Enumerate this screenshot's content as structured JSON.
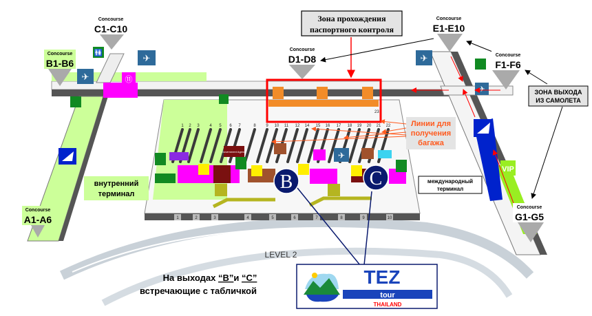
{
  "map": {
    "level": "LEVEL 2",
    "concourses": [
      {
        "caption": "Concourse",
        "gates": "A1-A6"
      },
      {
        "caption": "Concourse",
        "gates": "B1-B6"
      },
      {
        "caption": "Concourse",
        "gates": "C1-C10"
      },
      {
        "caption": "Concourse",
        "gates": "D1-D8"
      },
      {
        "caption": "Concourse",
        "gates": "E1-E10"
      },
      {
        "caption": "Concourse",
        "gates": "F1-F6"
      },
      {
        "caption": "Concourse",
        "gates": "G1-G5"
      }
    ],
    "passport_zone": {
      "line1": "Зона прохождения",
      "line2": "паспортного контроля"
    },
    "exit_zone": {
      "line1": "ЗОНА ВЫХОДА",
      "line2": "ИЗ САМОЛЕТА"
    },
    "baggage": {
      "line1": "Линии для",
      "line2": "получения",
      "line3": "багажа"
    },
    "domestic": {
      "line1": "внутренний",
      "line2": "терминал"
    },
    "international": {
      "line1": "международный",
      "line2": "терминал"
    },
    "belts": [
      "1",
      "2",
      "3",
      "4",
      "5",
      "6",
      "7",
      "8",
      "9",
      "10",
      "11",
      "12",
      "14",
      "15",
      "16",
      "17",
      "18",
      "19",
      "20",
      "21",
      "22",
      "23"
    ],
    "doors": [
      "1",
      "2",
      "3",
      "4",
      "5",
      "6",
      "7",
      "8",
      "9",
      "10"
    ],
    "exits": {
      "b": "B",
      "c": "C"
    },
    "vip": "VIP",
    "government_agency": "Government Agency",
    "note": {
      "line1_pre": "На выходах ",
      "exit_b": "“B”",
      "mid": "и ",
      "exit_c": "“C”",
      "line2": "встречающие  с табличкой"
    },
    "logo": {
      "word1": "TEZ",
      "word2": "tour",
      "word3": "THAILAND"
    },
    "colors": {
      "red": "#ff0000",
      "navy": "#0a1a6e",
      "magenta": "#ff00ff",
      "lime": "#ccff99",
      "orange": "#ff5a1e",
      "toilet_green": "#118a22",
      "sign_blue": "#2e6a9a"
    }
  }
}
